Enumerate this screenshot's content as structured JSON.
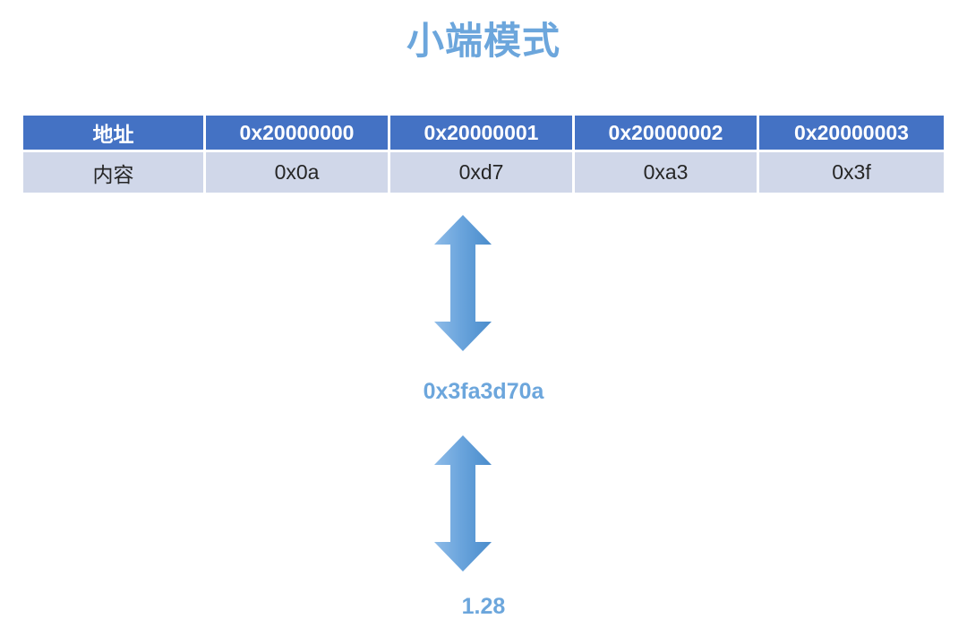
{
  "slide": {
    "title": "小端模式",
    "title_color": "#6CA6DC",
    "background": "#ffffff"
  },
  "table": {
    "header_bg": "#4472C4",
    "header_color": "#ffffff",
    "row_bg": "#D0D7E9",
    "row_color": "#262626",
    "rows": [
      {
        "label": "地址",
        "cells": [
          "0x20000000",
          "0x20000001",
          "0x20000002",
          "0x20000003"
        ]
      },
      {
        "label": "内容",
        "cells": [
          "0x0a",
          "0xd7",
          "0xa3",
          "0x3f"
        ]
      }
    ]
  },
  "arrows": {
    "color_light": "#7FB3E3",
    "color_dark": "#4A8CCB",
    "top_name": "double-headed-arrow-up-down",
    "bottom_name": "double-headed-arrow-up-down"
  },
  "values": {
    "hex": "0x3fa3d70a",
    "decimal": "1.28",
    "color": "#6CA6DC"
  }
}
